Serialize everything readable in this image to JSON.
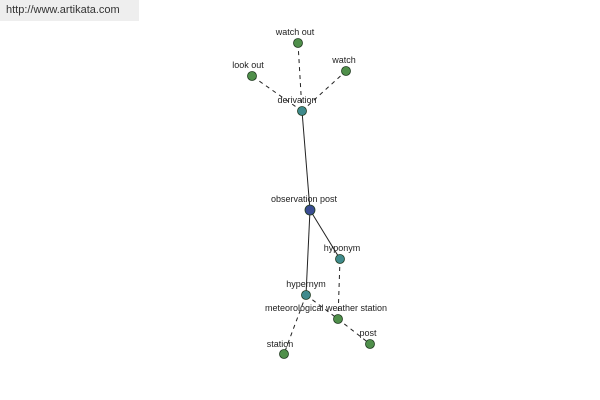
{
  "banner": {
    "url": "http://www.artikata.com"
  },
  "colors": {
    "center": "#3a4d93",
    "relation": "#3f8a8c",
    "leaf": "#4f8f4a",
    "node_stroke": "#1f3a1f",
    "edge": "#222222"
  },
  "graph": {
    "nodes": [
      {
        "id": "observation-post",
        "label": "observation post",
        "kind": "center"
      },
      {
        "id": "derivation",
        "label": "derivation",
        "kind": "relation"
      },
      {
        "id": "hyponym",
        "label": "hyponym",
        "kind": "relation"
      },
      {
        "id": "hypernym",
        "label": "hypernym",
        "kind": "relation"
      },
      {
        "id": "watch-out",
        "label": "watch out",
        "kind": "leaf"
      },
      {
        "id": "look-out",
        "label": "look out",
        "kind": "leaf"
      },
      {
        "id": "watch",
        "label": "watch",
        "kind": "leaf"
      },
      {
        "id": "meteorological-weather-station",
        "label": "meteorological weather station",
        "kind": "leaf"
      },
      {
        "id": "post",
        "label": "post",
        "kind": "leaf"
      },
      {
        "id": "station",
        "label": "station",
        "kind": "leaf"
      }
    ],
    "edges": [
      {
        "from": "observation-post",
        "to": "derivation",
        "style": "solid"
      },
      {
        "from": "observation-post",
        "to": "hyponym",
        "style": "solid"
      },
      {
        "from": "observation-post",
        "to": "hypernym",
        "style": "solid"
      },
      {
        "from": "derivation",
        "to": "watch-out",
        "style": "dashed"
      },
      {
        "from": "derivation",
        "to": "look-out",
        "style": "dashed"
      },
      {
        "from": "derivation",
        "to": "watch",
        "style": "dashed"
      },
      {
        "from": "hyponym",
        "to": "meteorological-weather-station",
        "style": "dashed"
      },
      {
        "from": "hypernym",
        "to": "meteorological-weather-station",
        "style": "dashed"
      },
      {
        "from": "meteorological-weather-station",
        "to": "post",
        "style": "dashed"
      },
      {
        "from": "hypernym",
        "to": "station",
        "style": "dashed"
      }
    ]
  }
}
